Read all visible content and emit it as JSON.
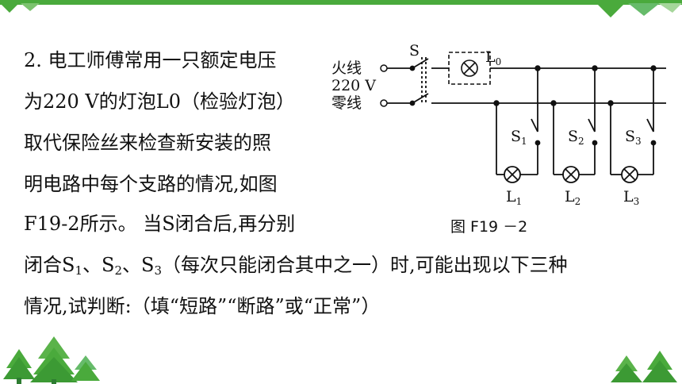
{
  "colors": {
    "accent": "#4aaa3c",
    "tree_dark": "#2e7d32",
    "tree_light": "#66bb6a"
  },
  "question": {
    "line1": "2. 电工师傅常用一只额定电压",
    "line2": "为220 V的灯泡L0（检验灯泡）",
    "line3": "取代保险丝来检查新安装的照",
    "line4": "明电路中每个支路的情况,如图",
    "line5": "F19-2所示。 当S闭合后,再分别",
    "line6": {
      "a": "闭合S",
      "s1": "1",
      "b": "、S",
      "s2": "2",
      "c": "、S",
      "s3": "3",
      "d": "（每次只能闭合其中之一）时,可能出现以下三种"
    },
    "line7": "情况,试判断:（填“短路”“断路”或“正常”）"
  },
  "diagram": {
    "live_label": "火线",
    "voltage_label": "220 V",
    "neutral_label": "零线",
    "switch_label": "S",
    "test_lamp_label": "L",
    "test_lamp_sub": "0",
    "branches": [
      {
        "switch": "S",
        "switch_sub": "1",
        "lamp": "L",
        "lamp_sub": "1"
      },
      {
        "switch": "S",
        "switch_sub": "2",
        "lamp": "L",
        "lamp_sub": "2"
      },
      {
        "switch": "S",
        "switch_sub": "3",
        "lamp": "L",
        "lamp_sub": "3"
      }
    ],
    "caption": "图 F19 －2"
  }
}
